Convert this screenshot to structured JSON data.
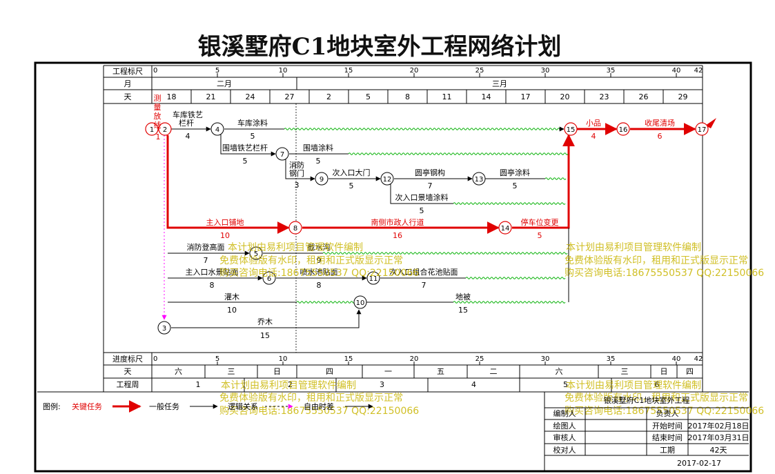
{
  "title": "银溪墅府C1地块室外工程网络计划",
  "rows": {
    "scale_top": "工程标尺",
    "month": "月",
    "day_top": "天",
    "scale_bottom": "进度标尺",
    "day_bottom": "天",
    "week": "工程周"
  },
  "scale_ticks": [
    "0",
    "5",
    "10",
    "15",
    "20",
    "25",
    "30",
    "35",
    "40",
    "42"
  ],
  "months": [
    "二月",
    "三月"
  ],
  "days_top": [
    "18",
    "21",
    "24",
    "27",
    "2",
    "5",
    "8",
    "11",
    "14",
    "17",
    "20",
    "23",
    "26",
    "29"
  ],
  "weekdays": [
    "六",
    "三",
    "日",
    "四",
    "一",
    "五",
    "二",
    "六",
    "三",
    "日",
    "四"
  ],
  "weeks": [
    "1",
    "2",
    "3",
    "4",
    "5",
    "6"
  ],
  "colors": {
    "critical": "#e00000",
    "normal": "#000000",
    "float": "#00b000",
    "logic": "#ff00ff",
    "watermark": "#c8b400"
  },
  "nodes": [
    "1",
    "2",
    "3",
    "4",
    "5",
    "6",
    "7",
    "8",
    "9",
    "10",
    "11",
    "12",
    "13",
    "15",
    "14",
    "16",
    "17"
  ],
  "tasks": {
    "measure": "测量放线",
    "measure_dur": "1",
    "garage_fence": "车库铁艺栏杆",
    "garage_fence_dur": "4",
    "garage_paint": "车库涂料",
    "garage_paint_dur": "5",
    "wall_fence": "围墙铁艺栏杆",
    "wall_fence_dur": "5",
    "wall_paint": "围墙涂料",
    "wall_paint_dur": "5",
    "fire_door": "消防钢门",
    "fire_door_dur": "3",
    "sec_gate": "次入口大门",
    "sec_gate_dur": "5",
    "pavilion_steel": "圆亭钢构",
    "pavilion_steel_dur": "7",
    "pavilion_paint": "圆亭涂料",
    "pavilion_paint_dur": "5",
    "sec_wall_paint": "次入口景墙涂料",
    "sec_wall_paint_dur": "5",
    "main_paving": "主入口铺地",
    "main_paving_dur": "10",
    "south_walk": "南侧市政人行道",
    "south_walk_dur": "16",
    "parking": "停车位变更",
    "parking_dur": "5",
    "small": "小品",
    "small_dur": "4",
    "finish": "收尾清场",
    "finish_dur": "6",
    "fire_platform": "消防登高面",
    "fire_platform_dur": "7",
    "drain": "截水沟",
    "drain_dur": "9",
    "main_pool": "主入口水景贴面",
    "main_pool_dur": "8",
    "fountain": "喷水池贴面",
    "fountain_dur": "8",
    "sec_pool": "次入口组合花池贴面",
    "sec_pool_dur": "7",
    "shrubs": "灌木",
    "shrubs_dur": "10",
    "grass": "地被",
    "grass_dur": "15",
    "trees": "乔木",
    "trees_dur": "15"
  },
  "watermark": {
    "line1": "本计划由易利项目管理软件编制",
    "line2": "免费体验版有水印，租用和正式版显示正常",
    "line3": "购买咨询电话:18675550537 QQ:22150066"
  },
  "legend": {
    "label": "图例:",
    "critical": "关键任务",
    "normal": "一般任务",
    "logic": "逻辑关系",
    "float": "自由时差"
  },
  "info": {
    "project": "银溪墅府C1地块室外工程",
    "editor": "编制人",
    "lead": "负责人",
    "drawer": "绘图人",
    "start_label": "开始时间",
    "start": "2017年02月18日",
    "reviewer": "审核人",
    "end_label": "结束时间",
    "end": "2017年03月31日",
    "checker": "校对人",
    "duration_label": "工期",
    "duration": "42天",
    "date": "2017-02-17"
  }
}
